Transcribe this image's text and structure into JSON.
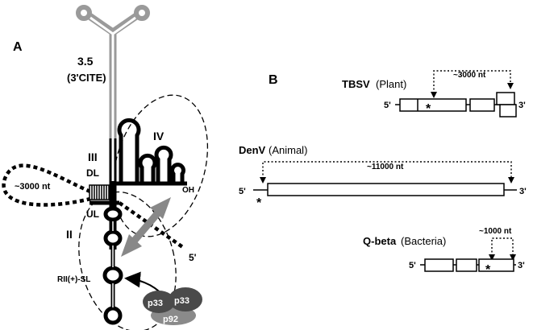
{
  "panel_a": {
    "letter": "A",
    "cite_number": "3.5",
    "cite_name": "(3'CITE)",
    "domain_iv": "IV",
    "domain_iii": "III",
    "domain_ii": "II",
    "dl": "DL",
    "ul": "UL",
    "loop_length": "~3000 nt",
    "oh": "OH",
    "five_prime": "5'",
    "rii_label": "RII(+)-SL",
    "protein_1": "p33",
    "protein_2": "p33",
    "protein_3": "p92"
  },
  "panel_b": {
    "letter": "B",
    "tbsv": {
      "name": "TBSV",
      "host": "(Plant)",
      "distance": "~3000 nt",
      "five": "5'",
      "three": "3'",
      "star": "*"
    },
    "denv": {
      "name": "DenV",
      "host": "(Animal)",
      "distance": "~11000 nt",
      "five": "5'",
      "three": "3'",
      "star": "*"
    },
    "qbeta": {
      "name": "Q-beta",
      "host": "(Bacteria)",
      "distance": "~1000 nt",
      "five": "5'",
      "three": "3'",
      "star": "*"
    }
  },
  "colors": {
    "stroke": "#000000",
    "gray_stem": "#9a9a9a",
    "arrow_gray": "#888888",
    "protein_dark": "#4a4a4a",
    "protein_light": "#8a8a8a"
  }
}
